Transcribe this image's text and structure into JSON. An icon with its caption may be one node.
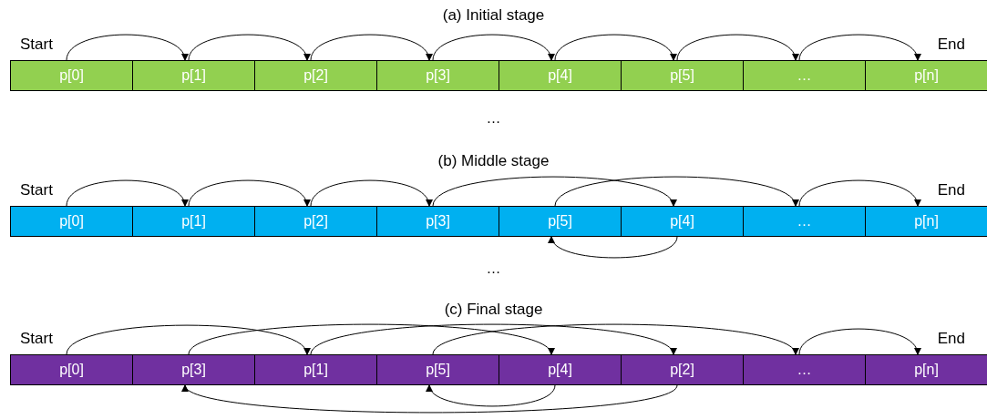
{
  "diagram": {
    "nodes": [
      {
        "text": [
          "(a) Initial stage"
        ]
      },
      {
        "text": [
          "p[0]"
        ],
        "in": 0,
        "beside": [
          "Start"
        ]
      },
      {
        "text": [
          "p[1]"
        ],
        "in": 0
      },
      {
        "text": [
          "p[2]"
        ],
        "in": 0
      },
      {
        "text": [
          "p[3]"
        ],
        "in": 0
      },
      {
        "text": [
          "p[4]"
        ],
        "in": 0
      },
      {
        "text": [
          "p[5]"
        ],
        "in": 0
      },
      {
        "text": [
          "…"
        ],
        "in": 0
      },
      {
        "text": [
          "p[n]"
        ],
        "in": 0,
        "beside": [
          "End"
        ]
      },
      {
        "text": [
          "(b) Middle stage"
        ]
      },
      {
        "text": [
          "p[0]"
        ],
        "in": 9,
        "beside": [
          "Start"
        ]
      },
      {
        "text": [
          "p[1]"
        ],
        "in": 9
      },
      {
        "text": [
          "p[2]"
        ],
        "in": 9
      },
      {
        "text": [
          "p[3]"
        ],
        "in": 9
      },
      {
        "text": [
          "p[5]"
        ],
        "in": 9
      },
      {
        "text": [
          "p[4]"
        ],
        "in": 9
      },
      {
        "text": [
          "…"
        ],
        "in": 9
      },
      {
        "text": [
          "p[n]"
        ],
        "in": 9,
        "beside": [
          "End"
        ]
      },
      {
        "text": [
          "(c) Final stage"
        ]
      },
      {
        "text": [
          "p[0]"
        ],
        "in": 18,
        "beside": [
          "Start"
        ]
      },
      {
        "text": [
          "p[3]"
        ],
        "in": 18
      },
      {
        "text": [
          "p[1]"
        ],
        "in": 18
      },
      {
        "text": [
          "p[5]"
        ],
        "in": 18
      },
      {
        "text": [
          "p[4]"
        ],
        "in": 18
      },
      {
        "text": [
          "p[2]"
        ],
        "in": 18
      },
      {
        "text": [
          "…"
        ],
        "in": 18
      },
      {
        "text": [
          "p[n]"
        ],
        "in": 18,
        "beside": [
          "End"
        ]
      }
    ],
    "edges": [
      {
        "from": 1,
        "to": 2,
        "arrow": "to"
      },
      {
        "from": 2,
        "to": 3,
        "arrow": "to"
      },
      {
        "from": 3,
        "to": 4,
        "arrow": "to"
      },
      {
        "from": 4,
        "to": 5,
        "arrow": "to"
      },
      {
        "from": 5,
        "to": 6,
        "arrow": "to"
      },
      {
        "from": 6,
        "to": 7,
        "arrow": "to"
      },
      {
        "from": 7,
        "to": 8,
        "arrow": "to"
      },
      {
        "from": 10,
        "to": 11,
        "arrow": "to"
      },
      {
        "from": 11,
        "to": 12,
        "arrow": "to"
      },
      {
        "from": 12,
        "to": 13,
        "arrow": "to"
      },
      {
        "from": 13,
        "to": 15,
        "arrow": "to"
      },
      {
        "from": 15,
        "to": 14,
        "arrow": "to"
      },
      {
        "from": 14,
        "to": 16,
        "arrow": "to"
      },
      {
        "from": 16,
        "to": 17,
        "arrow": "to"
      },
      {
        "from": 19,
        "to": 21,
        "arrow": "to"
      },
      {
        "from": 21,
        "to": 24,
        "arrow": "to"
      },
      {
        "from": 24,
        "to": 20,
        "arrow": "to"
      },
      {
        "from": 20,
        "to": 23,
        "arrow": "to"
      },
      {
        "from": 23,
        "to": 22,
        "arrow": "to"
      },
      {
        "from": 22,
        "to": 25,
        "arrow": "to"
      },
      {
        "from": 25,
        "to": 26,
        "arrow": "to"
      }
    ],
    "labels": [
      "…",
      "…"
    ]
  }
}
